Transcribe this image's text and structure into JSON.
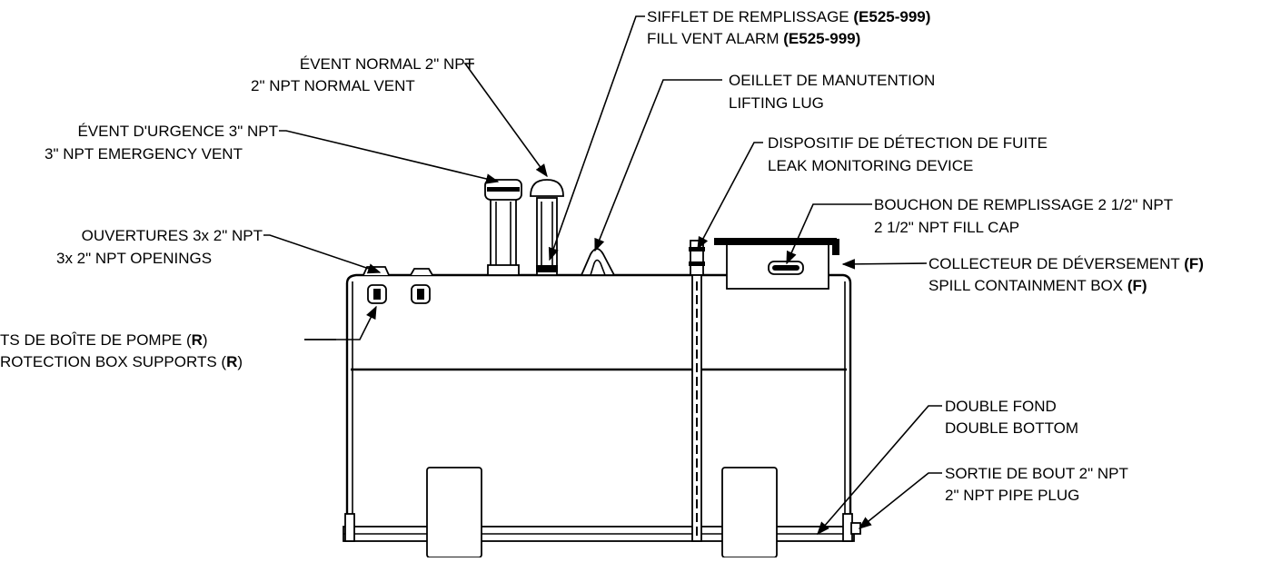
{
  "callouts": {
    "fill_vent_alarm": {
      "fr": "SIFFLET DE REMPLISSAGE ",
      "fr_code": "(E525-999)",
      "en": "FILL VENT ALARM ",
      "en_code": "(E525-999)"
    },
    "normal_vent": {
      "fr": "ÉVENT NORMAL 2\" NPT",
      "en": "2\" NPT NORMAL VENT"
    },
    "lifting_lug": {
      "fr": "OEILLET DE MANUTENTION",
      "en": "LIFTING LUG"
    },
    "emergency_vent": {
      "fr": "ÉVENT D'URGENCE 3\" NPT",
      "en": "3\" NPT EMERGENCY VENT"
    },
    "leak_monitor": {
      "fr": "DISPOSITIF DE DÉTECTION DE FUITE",
      "en": "LEAK MONITORING DEVICE"
    },
    "fill_cap": {
      "fr": "BOUCHON DE REMPLISSAGE 2 1/2\" NPT",
      "en": "2 1/2\" NPT FILL CAP"
    },
    "openings": {
      "fr": "OUVERTURES 3x 2\" NPT",
      "en": "3x 2\" NPT OPENINGS"
    },
    "spill_box": {
      "fr": "COLLECTEUR DE DÉVERSEMENT ",
      "fr_code": "(F)",
      "en": "SPILL CONTAINMENT BOX ",
      "en_code": "(F)"
    },
    "pump_supports": {
      "fr": "TS DE BOÎTE DE POMPE (",
      "fr_code": "R",
      "fr_end": ")",
      "en": "ROTECTION BOX SUPPORTS (",
      "en_code": "R",
      "en_end": ")"
    },
    "double_bottom": {
      "fr": "DOUBLE FOND",
      "en": "DOUBLE BOTTOM"
    },
    "pipe_plug": {
      "fr": "SORTIE DE BOUT 2\" NPT",
      "en": "2\" NPT PIPE PLUG"
    }
  }
}
